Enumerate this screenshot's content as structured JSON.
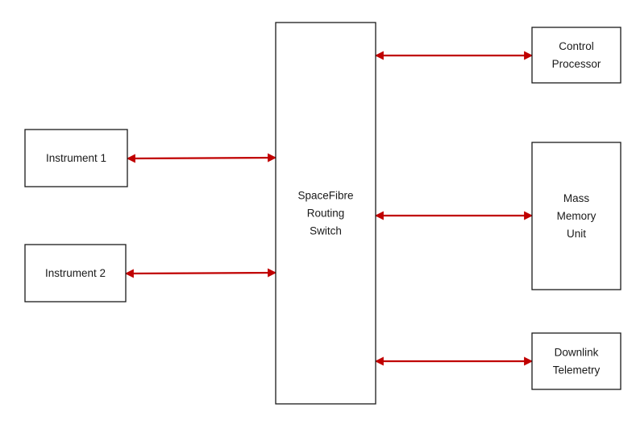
{
  "diagram": {
    "nodes": [
      {
        "id": "switch",
        "lines": [
          "SpaceFibre",
          "Routing",
          "Switch"
        ]
      },
      {
        "id": "instrument-1",
        "lines": [
          "Instrument 1"
        ]
      },
      {
        "id": "instrument-2",
        "lines": [
          "Instrument 2"
        ]
      },
      {
        "id": "control-processor",
        "lines": [
          "Control",
          "Processor"
        ]
      },
      {
        "id": "mass-memory-unit",
        "lines": [
          "Mass",
          "Memory",
          "Unit"
        ]
      },
      {
        "id": "downlink-telemetry",
        "lines": [
          "Downlink",
          "Telemetry"
        ]
      }
    ],
    "links": [
      {
        "from": "instrument-1",
        "to": "switch",
        "direction": "bidirectional"
      },
      {
        "from": "instrument-2",
        "to": "switch",
        "direction": "bidirectional"
      },
      {
        "from": "switch",
        "to": "control-processor",
        "direction": "bidirectional"
      },
      {
        "from": "switch",
        "to": "mass-memory-unit",
        "direction": "bidirectional"
      },
      {
        "from": "switch",
        "to": "downlink-telemetry",
        "direction": "bidirectional"
      }
    ],
    "colors": {
      "link": "#c00000",
      "box_stroke": "#1a1a1a",
      "text": "#1a1a1a"
    }
  }
}
